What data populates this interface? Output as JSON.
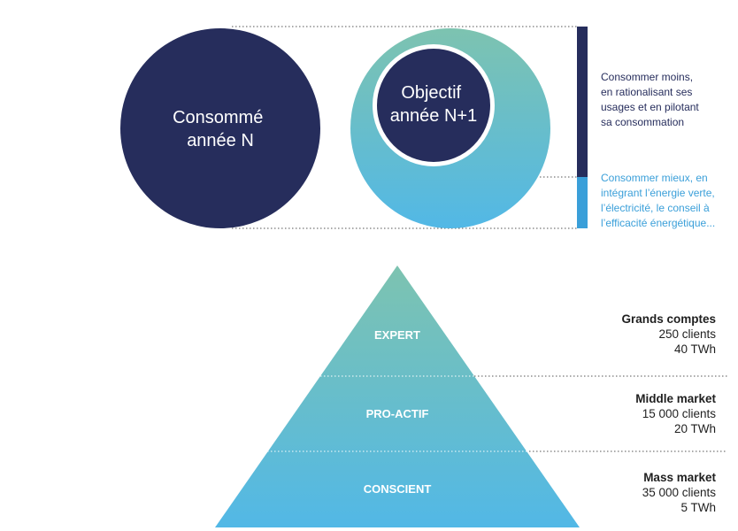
{
  "circles": {
    "current": {
      "lines": [
        "Consommé",
        "année N"
      ]
    },
    "target": {
      "lines": [
        "Objectif",
        "année N+1"
      ]
    }
  },
  "notes": {
    "dark": [
      "Consommer moins,",
      "en rationalisant ses",
      "usages et en pilotant",
      "sa consommation"
    ],
    "blue": [
      "Consommer mieux, en",
      "intégrant l’énergie verte,",
      "l’électricité, le conseil à",
      "l’efficacité énergétique..."
    ]
  },
  "pyramid": {
    "tiers": [
      {
        "label": "EXPERT",
        "segment": "Grands comptes",
        "clients": "250 clients",
        "energy": "40 TWh"
      },
      {
        "label": "PRO-ACTIF",
        "segment": "Middle market",
        "clients": "15 000 clients",
        "energy": "20 TWh"
      },
      {
        "label": "CONSCIENT",
        "segment": "Mass market",
        "clients": "35 000 clients",
        "energy": "5 TWh"
      }
    ]
  },
  "colors": {
    "navy": "#262d5c",
    "teal": "#7dc3b0",
    "sky": "#52b8e6",
    "accent_blue": "#3a9fd9"
  }
}
